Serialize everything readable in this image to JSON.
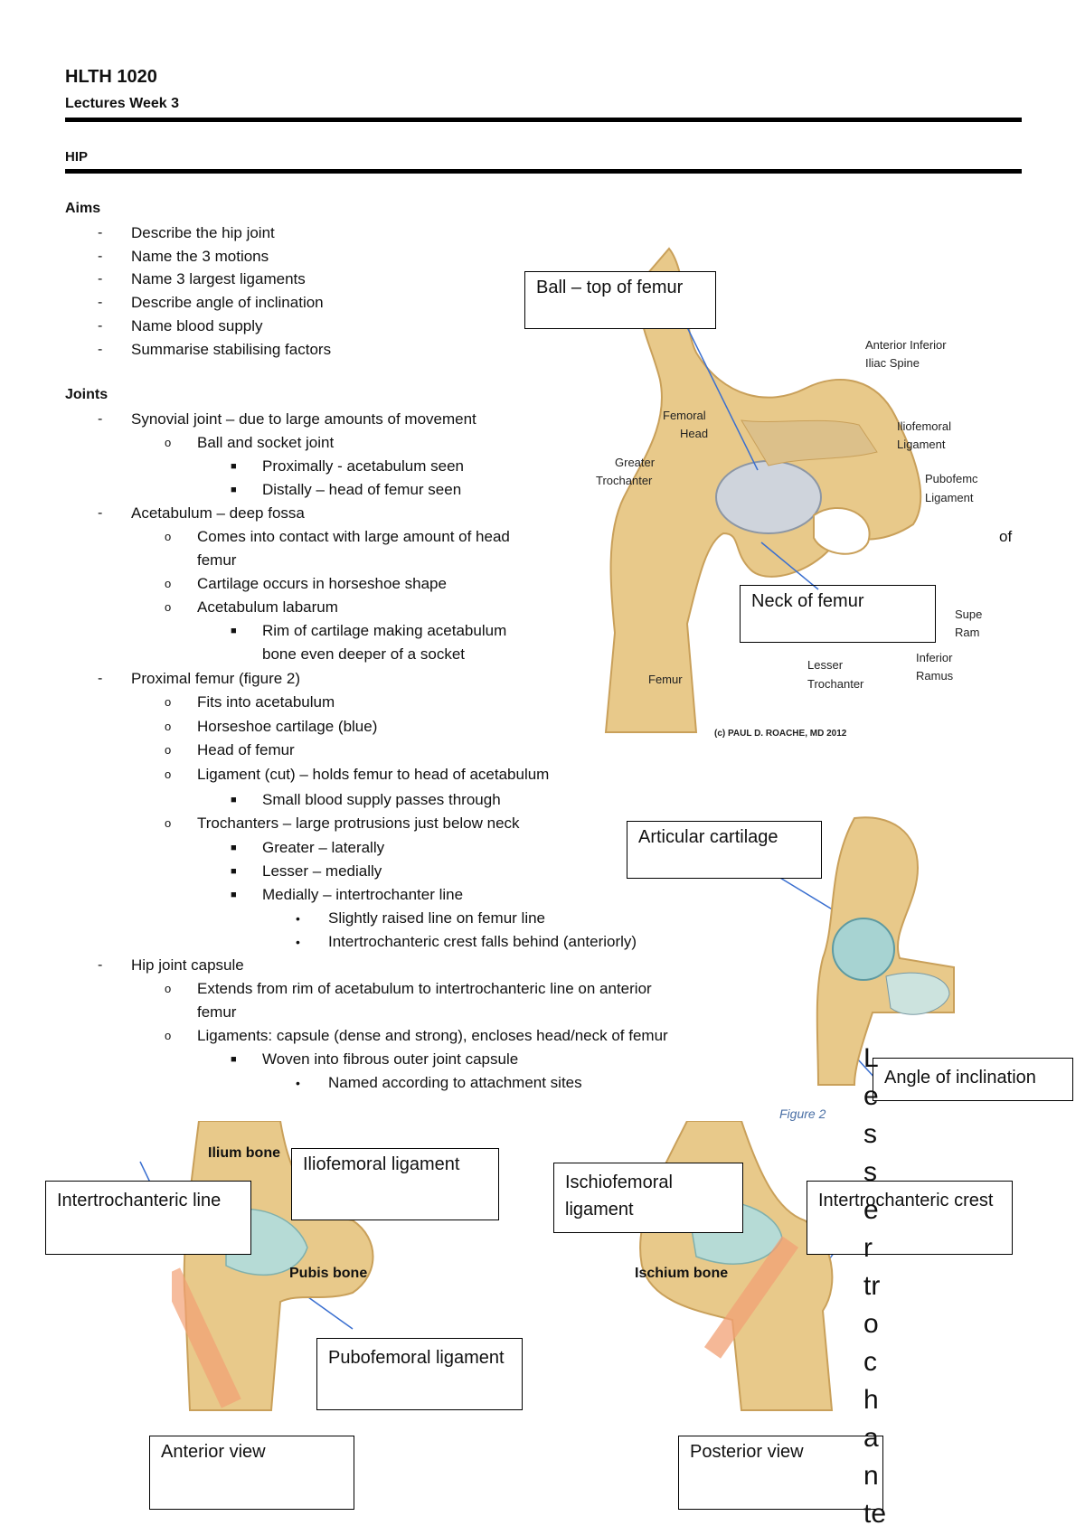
{
  "header": {
    "course": "HLTH 1020",
    "lecture": "Lectures Week 3",
    "section": "HIP"
  },
  "aims": {
    "heading": "Aims",
    "items": [
      "Describe the hip joint",
      "Name the 3 motions",
      "Name 3 largest ligaments",
      "Describe angle of inclination",
      "Name blood supply",
      "Summarise stabilising factors"
    ]
  },
  "joints": {
    "heading": "Joints",
    "synovial": "Synovial joint – due to large amounts of movement",
    "ball_socket": "Ball and socket joint",
    "proximally": "Proximally - acetabulum seen",
    "distally": "Distally – head of femur seen",
    "acetabulum": "Acetabulum – deep fossa",
    "contact": "Comes into contact with large amount of head",
    "contact_of": "of",
    "contact_femur": "femur",
    "cartilage": "Cartilage occurs in horseshoe shape",
    "labarum": "Acetabulum labarum",
    "rim1": "Rim of cartilage making acetabulum",
    "rim2": "bone even deeper of a socket",
    "proximal_femur": "Proximal femur (figure 2)",
    "fits": "Fits into acetabulum",
    "horseshoe": "Horseshoe cartilage (blue)",
    "head": "Head of femur",
    "ligament": "Ligament (cut) – holds femur to head of acetabulum",
    "blood": "Small blood supply passes through",
    "trochanters": "Trochanters – large protrusions just below neck",
    "greater": "Greater – laterally",
    "lesser": "Lesser – medially",
    "medially": "Medially – intertrochanter line",
    "raised": "Slightly raised line on femur line",
    "crest": "Intertrochanteric crest falls behind (anteriorly)",
    "capsule": "Hip joint capsule",
    "extends1": "Extends from rim of acetabulum to intertrochanteric line on anterior",
    "extends2": "femur",
    "lig_caps": "Ligaments: capsule (dense and strong), encloses head/neck of femur",
    "woven": "Woven into fibrous outer joint capsule",
    "named": "Named according to attachment sites"
  },
  "figure1": {
    "ball_box": "Ball – top of femur",
    "neck_box": "Neck of femur",
    "labels": {
      "aiis1": "Anterior Inferior",
      "aiis2": "Iliac Spine",
      "fh1": "Femoral",
      "fh2": "Head",
      "gt1": "Greater",
      "gt2": "Trochanter",
      "il1": "Iliofemoral",
      "il2": "Ligament",
      "pb1": "Pubofemc",
      "pb2": "Ligament",
      "sup1": "Supe",
      "sup2": "Ram",
      "inf1": "Inferior",
      "inf2": "Ramus",
      "lt1": "Lesser",
      "lt2": "Trochanter",
      "femur": "Femur",
      "credit": "(c) PAUL D. ROACHE, MD 2012"
    }
  },
  "figure2": {
    "articular": "Articular cartilage",
    "angle": "Angle of inclination",
    "caption": "Figure 2"
  },
  "bottom": {
    "ilium": "Ilium bone",
    "iliofemoral": "Iliofemoral ligament",
    "intertroch_line": "Intertrochanteric line",
    "pubis": "Pubis bone",
    "pubofemoral": "Pubofemoral ligament",
    "anterior": "Anterior view",
    "ischiofemoral": "Ischiofemoral ligament",
    "ischium": "Ischium bone",
    "intertroch_crest": "Intertrochanteric crest",
    "posterior": "Posterior view"
  },
  "vertical_text": [
    "L",
    "e",
    "s",
    "s",
    "e",
    "r",
    "tr",
    "o",
    "c",
    "h",
    "a",
    "n",
    "te"
  ],
  "colors": {
    "bone": "#e8c98a",
    "bone_dark": "#c9a05a",
    "cartilage": "#8fb8c4",
    "ligament": "#b6dbd6",
    "arrow": "#3a6fd0",
    "highlight": "#f2a074"
  }
}
